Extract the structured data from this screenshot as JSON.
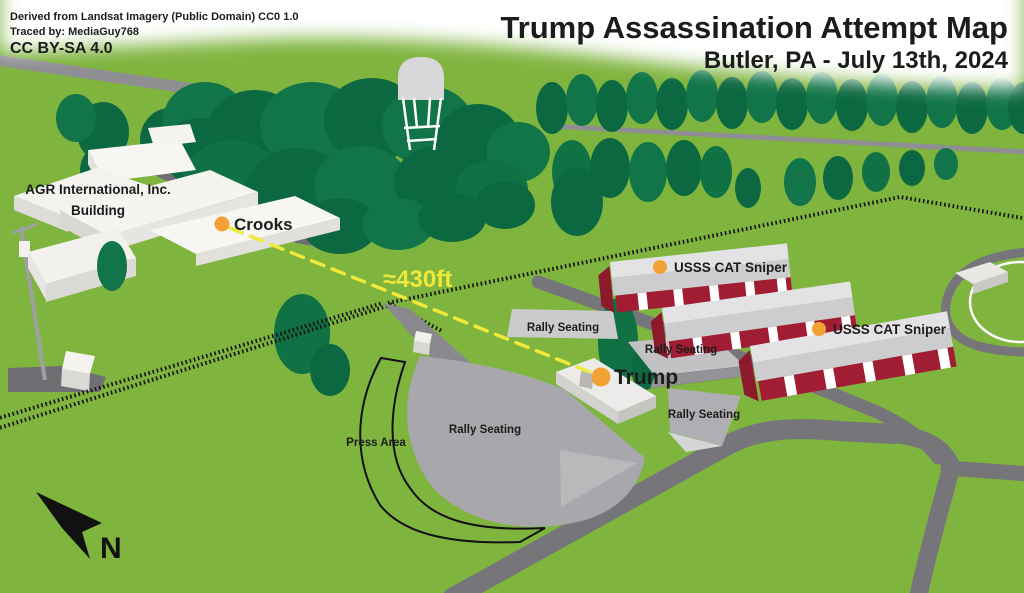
{
  "title": {
    "line1": "Trump Assassination Attempt Map",
    "line2": "Butler, PA  - July 13th, 2024"
  },
  "attribution": {
    "line1": "Derived from Landsat Imagery (Public Domain) CC0 1.0",
    "line2": "Traced by: MediaGuy768",
    "line3": "CC BY-SA 4.0"
  },
  "labels": {
    "agr_building_line1": "AGR International, Inc.",
    "agr_building_line2": "Building",
    "crooks": "Crooks",
    "trump": "Trump",
    "usss_sniper": "USSS CAT Sniper",
    "rally_seating": "Rally Seating",
    "press_area": "Press Area",
    "distance": "≈430ft",
    "north": "N"
  },
  "markers": {
    "crooks": "orange-dot",
    "trump": "orange-dot",
    "usss_sniper_1": "orange-dot",
    "usss_sniper_2": "orange-dot"
  },
  "colors": {
    "grass": "#7FB43F",
    "tree_dark": "#0C6840",
    "road_gray": "#75757A",
    "barn_red": "#A11D33",
    "marker_orange": "#F2A235",
    "distance_yellow": "#EFE93B",
    "seating_gray": "#A8A8AC"
  }
}
